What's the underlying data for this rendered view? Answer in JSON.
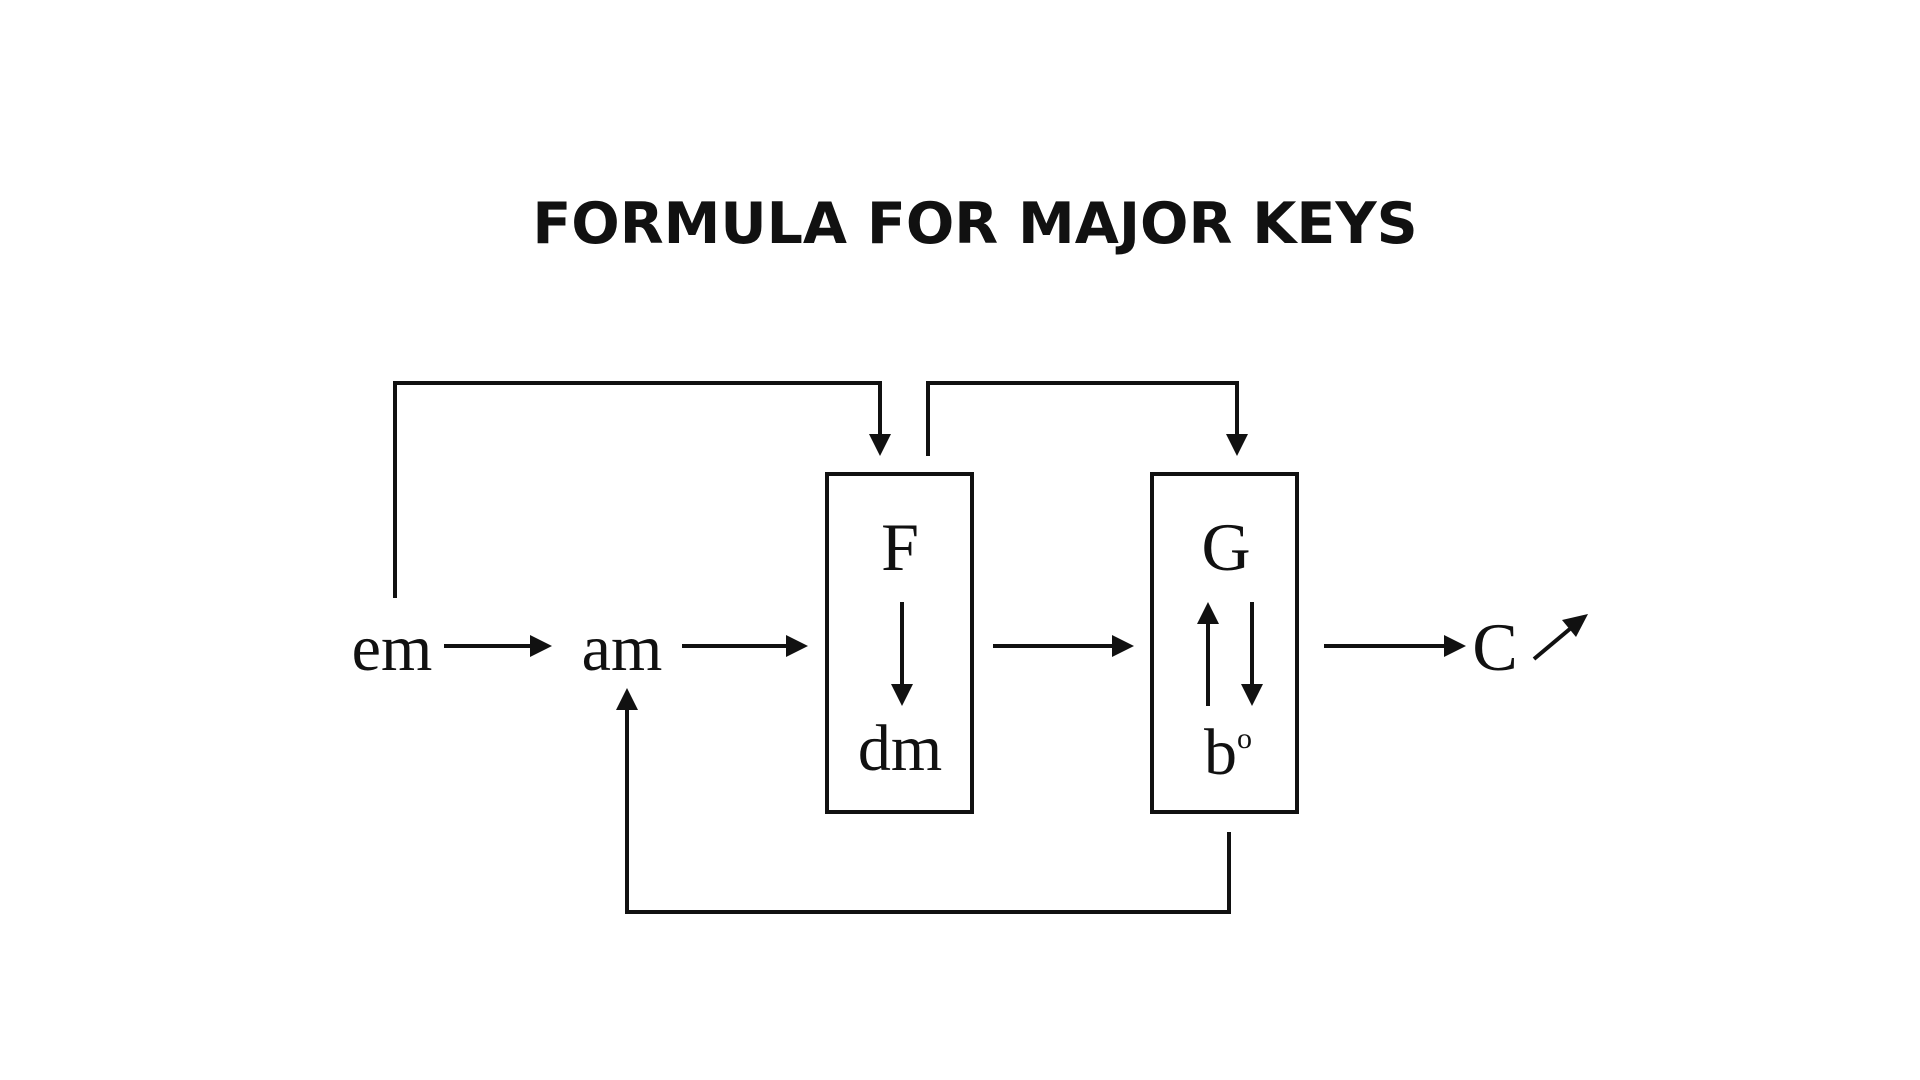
{
  "title": "FORMULA FOR MAJOR KEYS",
  "nodes": {
    "em": "em",
    "am": "am",
    "F": "F",
    "dm": "dm",
    "G": "G",
    "b": "b",
    "b_degree": "o",
    "C": "C"
  },
  "colors": {
    "ink": "#111111",
    "background": "#ffffff"
  }
}
